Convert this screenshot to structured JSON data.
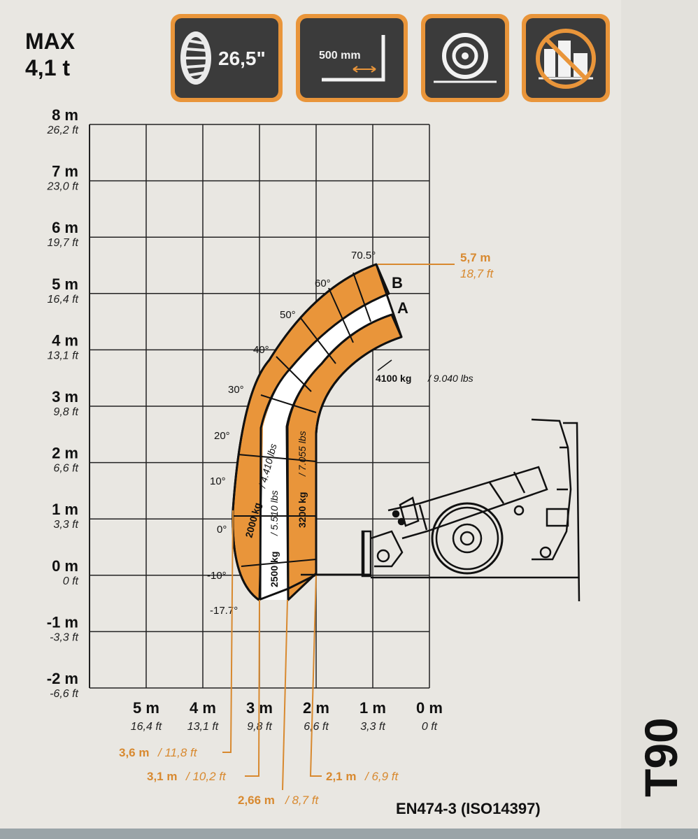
{
  "max_capacity": {
    "line1": "MAX",
    "line2": "4,1 t"
  },
  "icons": {
    "tyre": {
      "value": "26,5\"",
      "icon": "tyre-icon"
    },
    "fork": {
      "value": "500 mm",
      "icon": "fork-icon"
    },
    "stabilizer": {
      "icon": "ground-circle-icon"
    },
    "no_stabilizer": {
      "icon": "no-outriggers-icon"
    }
  },
  "colors": {
    "orange": "#e9953a",
    "orange_text": "#d8892f",
    "ink": "#111111",
    "paper": "#e9e7e2",
    "icon_bg": "#3b3b3b"
  },
  "height_axis": [
    {
      "m": "8 m",
      "ft": "26,2 ft"
    },
    {
      "m": "7 m",
      "ft": "23,0 ft"
    },
    {
      "m": "6 m",
      "ft": "19,7 ft"
    },
    {
      "m": "5 m",
      "ft": "16,4 ft"
    },
    {
      "m": "4 m",
      "ft": "13,1 ft"
    },
    {
      "m": "3 m",
      "ft": "9,8 ft"
    },
    {
      "m": "2 m",
      "ft": "6,6 ft"
    },
    {
      "m": "1 m",
      "ft": "3,3 ft"
    },
    {
      "m": "0 m",
      "ft": "0 ft"
    },
    {
      "m": "-1 m",
      "ft": "-3,3 ft"
    },
    {
      "m": "-2 m",
      "ft": "-6,6 ft"
    }
  ],
  "reach_axis": [
    {
      "m": "5 m",
      "ft": "16,4 ft"
    },
    {
      "m": "4 m",
      "ft": "13,1 ft"
    },
    {
      "m": "3 m",
      "ft": "9,8 ft"
    },
    {
      "m": "2 m",
      "ft": "6,6 ft"
    },
    {
      "m": "1 m",
      "ft": "3,3 ft"
    },
    {
      "m": "0 m",
      "ft": "0 ft"
    }
  ],
  "boom_angles": [
    "70.5°",
    "60°",
    "50°",
    "40°",
    "30°",
    "20°",
    "10°",
    "0°",
    "-10°",
    "-17.7°"
  ],
  "zones": {
    "b": "B",
    "a": "A"
  },
  "max_height": {
    "m": "5,7 m",
    "ft": "18,7 ft"
  },
  "loads": [
    {
      "kg": "4100 kg",
      "lbs": "9.040 lbs"
    },
    {
      "kg": "3200 kg",
      "lbs": "7.055 lbs"
    },
    {
      "kg": "2500 kg",
      "lbs": "5.510 lbs"
    },
    {
      "kg": "2000 kg",
      "lbs": "4.410 lbs"
    }
  ],
  "reach_callouts": [
    {
      "m": "3,6 m",
      "ft": "11,8 ft"
    },
    {
      "m": "3,1 m",
      "ft": "10,2 ft"
    },
    {
      "m": "2,66 m",
      "ft": "8,7 ft"
    },
    {
      "m": "2,1 m",
      "ft": "6,9 ft"
    }
  ],
  "standard": "EN474-3 (ISO14397)",
  "model": "T90"
}
